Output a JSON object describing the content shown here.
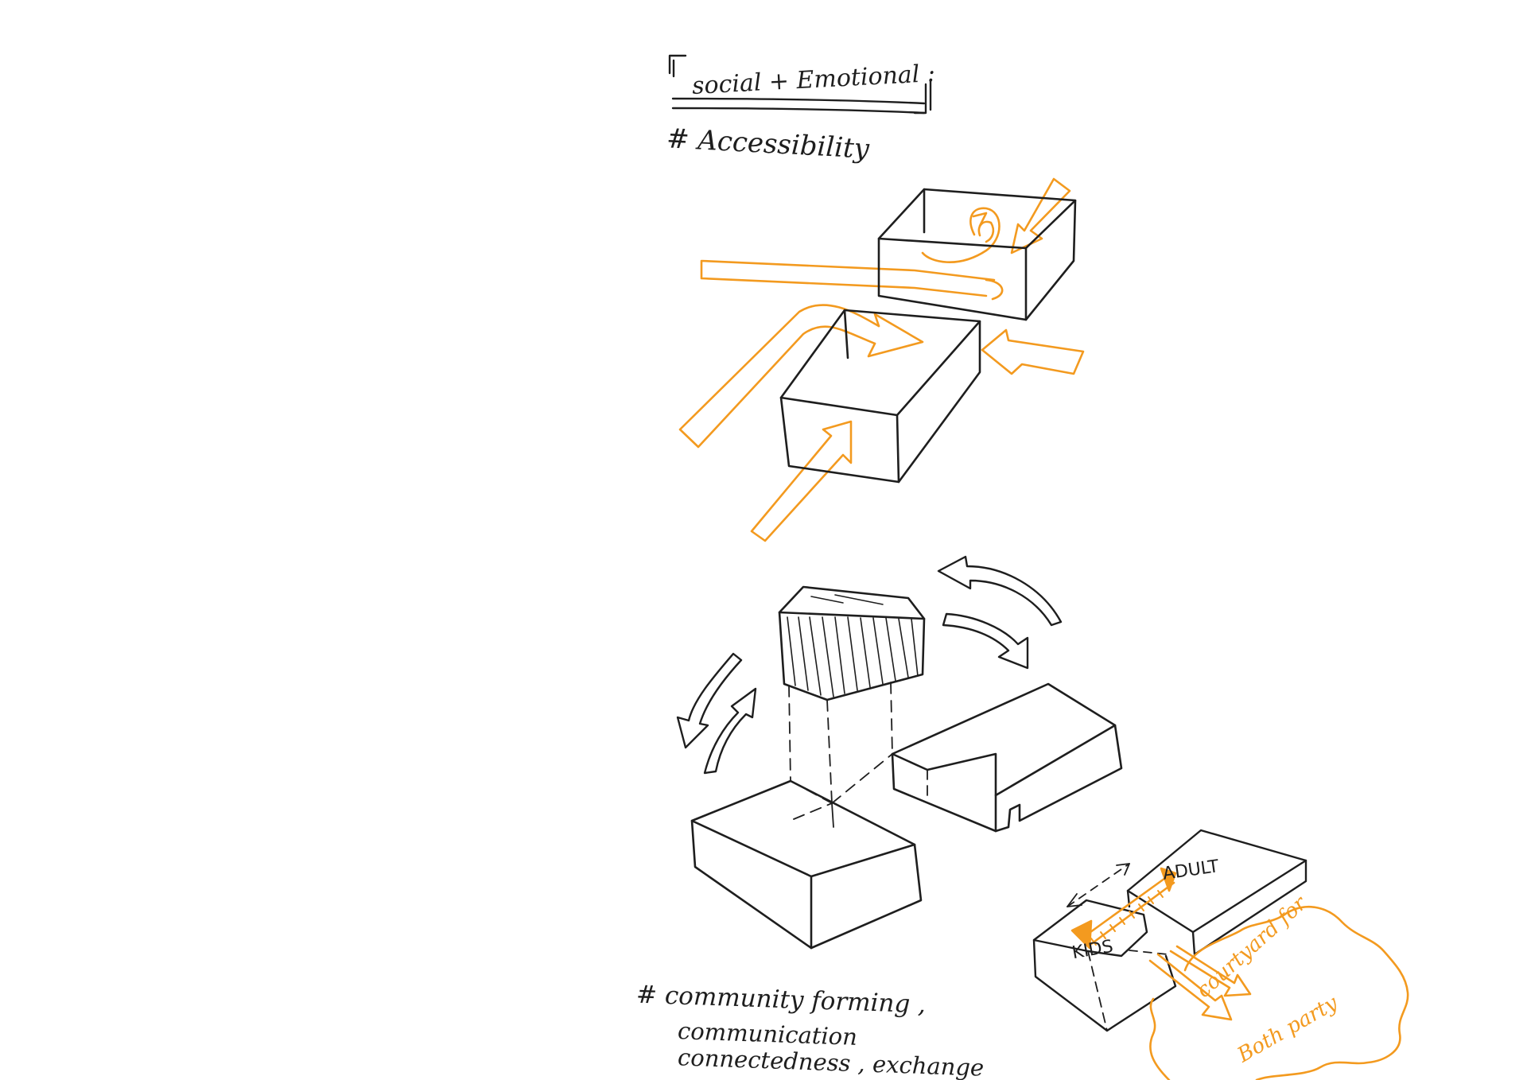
{
  "title": "social + Emotional :",
  "heading_accessibility": "# Accessibility",
  "notes": {
    "community_line1": "# community forming ,",
    "community_line2": "communication",
    "community_line3": "connectedness , exchange"
  },
  "labels": {
    "adult": "ADULT",
    "kids": "KIDS",
    "courtyard_line1": "courtyard for",
    "courtyard_line2": "Both party"
  },
  "colors": {
    "ink": "#1e1e1e",
    "accent": "#f39a1f",
    "paper": "#ffffff"
  }
}
